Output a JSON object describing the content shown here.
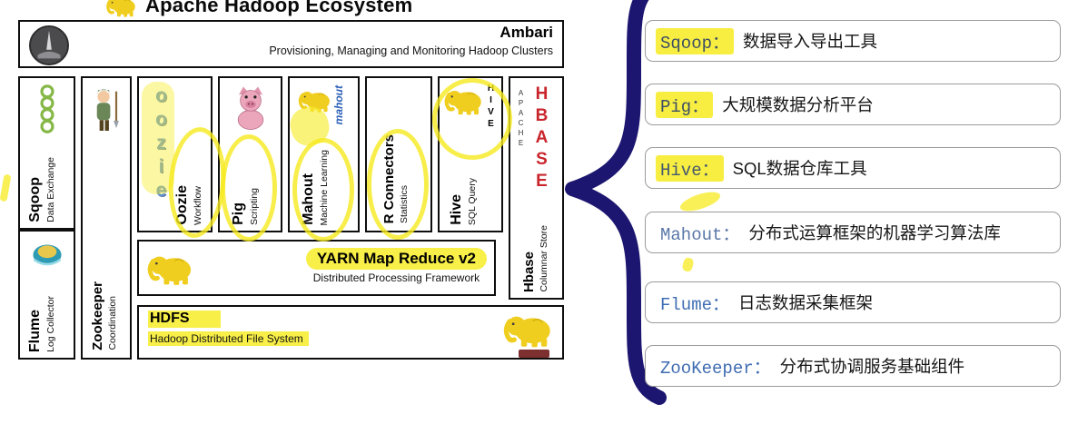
{
  "title": "Apache Hadoop Ecosystem",
  "ambari": {
    "name": "Ambari",
    "subtitle": "Provisioning, Managing and Monitoring Hadoop Clusters"
  },
  "columns": {
    "sqoop": {
      "name": "Sqoop",
      "subtitle": "Data Exchange"
    },
    "flume": {
      "name": "Flume",
      "subtitle": "Log Collector"
    },
    "zookeeper": {
      "name": "Zookeeper",
      "subtitle": "Coordination"
    }
  },
  "tools": {
    "oozie": {
      "logo": "oozie",
      "name": "Oozie",
      "subtitle": "Workflow"
    },
    "pig": {
      "name": "Pig",
      "subtitle": "Scripting"
    },
    "mahout": {
      "logo": "mahout",
      "name": "Mahout",
      "subtitle": "Machine Learning"
    },
    "rconnectors": {
      "name": "R Connectors",
      "subtitle": "Statistics"
    },
    "hive": {
      "logo": "HIVE",
      "name": "Hive",
      "subtitle": "SQL Query"
    },
    "hbase": {
      "brand_top": "APACHE",
      "brand": "HBASE",
      "name": "Hbase",
      "subtitle": "Columnar Store"
    }
  },
  "yarn": {
    "name": "YARN Map Reduce v2",
    "subtitle": "Distributed Processing Framework"
  },
  "hdfs": {
    "name": "HDFS",
    "subtitle": "Hadoop Distributed File System"
  },
  "legend": {
    "items": [
      {
        "label": "Sqoop：",
        "desc": "数据导入导出工具",
        "color": "#3d4f63"
      },
      {
        "label": "Pig：",
        "desc": "大规模数据分析平台",
        "color": "#3d4f63"
      },
      {
        "label": "Hive：",
        "desc": "SQL数据仓库工具",
        "color": "#44586e"
      },
      {
        "label": "Mahout：",
        "desc": "分布式运算框架的机器学习算法库",
        "color": "#5a77a8"
      },
      {
        "label": "Flume：",
        "desc": "日志数据采集框架",
        "color": "#3f6db2"
      },
      {
        "label": "ZooKeeper：",
        "desc": "分布式协调服务基础组件",
        "color": "#3f6db2"
      }
    ]
  },
  "colors": {
    "brace": "#1c1670",
    "highlight": "#f6ec33",
    "hbase_red": "#c9252c",
    "oozie_blue": "#5b8fd4",
    "mahout_blue": "#2b5fb8",
    "sqoop_green": "#86b847"
  }
}
